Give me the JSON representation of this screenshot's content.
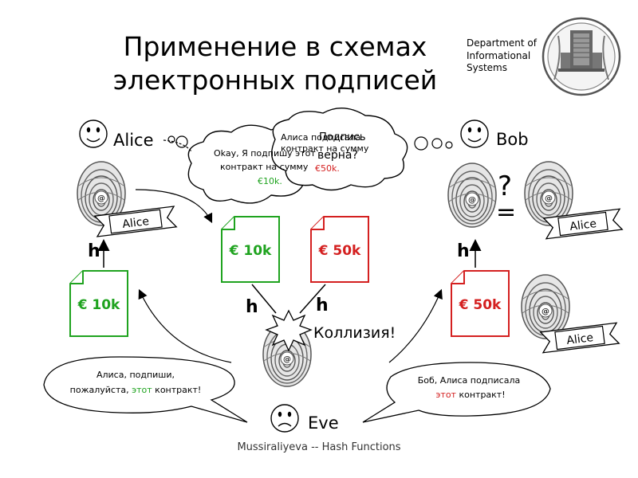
{
  "title": {
    "line1": "Применение  в схемах",
    "line2": "электронных подписей"
  },
  "department": {
    "line1": "Department of",
    "line2": "Informational",
    "line3": "Systems"
  },
  "actors": {
    "alice": "Alice",
    "bob": "Bob",
    "eve": "Eve"
  },
  "stamps": {
    "alice_left": "Alice",
    "alice_right_top": "Alice",
    "alice_right_bottom": "Alice"
  },
  "documents": {
    "left": "€ 10k",
    "center_green": "€ 10k",
    "center_red": "€ 50k",
    "right": "€ 50k"
  },
  "hash_labels": {
    "left": "h",
    "right": "h",
    "center_left": "h",
    "center_right": "h"
  },
  "question_mark": "?",
  "equals_sign": "=",
  "collision": "Коллизия!",
  "cloud_alice": {
    "line1": "Okay, Я подпишу этот",
    "line2": "контракт на сумму",
    "amount": "€10k."
  },
  "cloud_bob": {
    "line1": "Алиса подписала",
    "line2": "контракт на сумму",
    "amount": "€50k.",
    "overlay1": "Подпись",
    "overlay2": "верна?"
  },
  "bubble_left": {
    "line1": "Алиса, подпиши,",
    "line2_prefix": "пожалуйста, ",
    "line2_highlight": "этот",
    "line2_suffix": " контракт!"
  },
  "bubble_right": {
    "line1": "Боб, Алиса подписала",
    "line2_highlight": "этот",
    "line2_suffix": " контракт!"
  },
  "footer": "Mussiraliyeva -- Hash Functions",
  "colors": {
    "green": "#1fa31f",
    "red": "#d42020",
    "fingerprint": "#444444"
  }
}
